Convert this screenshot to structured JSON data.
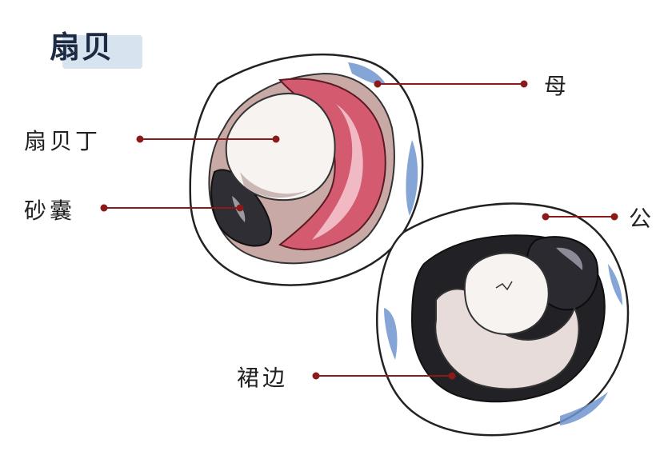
{
  "title": "扇贝",
  "colors": {
    "leader": "#8b1a1a",
    "title_bg": "#d7e3ef",
    "shell_blue": "#6f95cf",
    "mantle": "#c9a9a5",
    "roe": "#d45a70",
    "gonad_dark": "#2a2a30"
  },
  "labels": {
    "female": "母",
    "male": "公",
    "adductor": "扇贝丁",
    "stomach": "砂囊",
    "mantle_edge": "裙边"
  }
}
